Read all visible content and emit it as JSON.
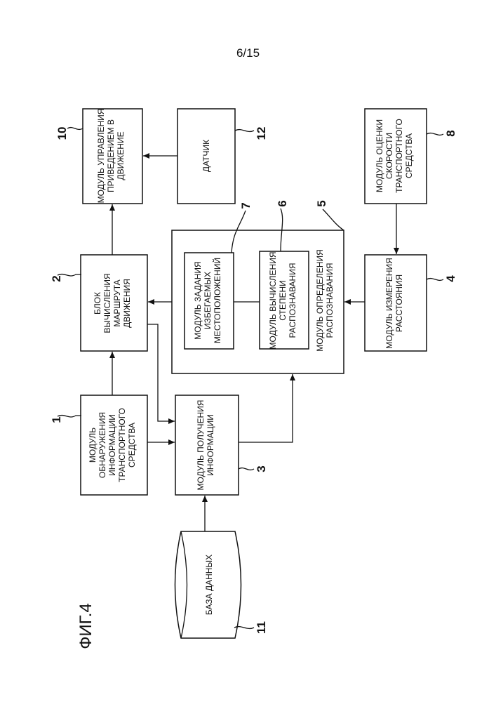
{
  "page_number": "6/15",
  "figure_label": "ФИГ.4",
  "blocks": {
    "b1": {
      "ref": "1",
      "lines": [
        "МОДУЛЬ",
        "ОБНАРУЖЕНИЯ",
        "ИНФОРМАЦИИ",
        "ТРАНСПОРТНОГО",
        "СРЕДСТВА"
      ]
    },
    "b2": {
      "ref": "2",
      "lines": [
        "БЛОК",
        "ВЫЧИСЛЕНИЯ",
        "МАРШРУТА",
        "ДВИЖЕНИЯ"
      ]
    },
    "b3": {
      "ref": "3",
      "lines": [
        "МОДУЛЬ ПОЛУЧЕНИЯ",
        "ИНФОРМАЦИИ"
      ]
    },
    "b4": {
      "ref": "4",
      "lines": [
        "МОДУЛЬ ИЗМЕРЕНИЯ",
        "РАССТОЯНИЯ"
      ]
    },
    "b5": {
      "ref": "5",
      "lines": [
        "МОДУЛЬ ОПРЕДЕЛЕНИЯ",
        "РАСПОЗНАВАНИЯ"
      ]
    },
    "b6": {
      "ref": "6",
      "lines": [
        "МОДУЛЬ ВЫЧИСЛЕНИЯ",
        "СТЕПЕНИ",
        "РАСПОЗНАВАНИЯ"
      ]
    },
    "b7": {
      "ref": "7",
      "lines": [
        "МОДУЛЬ ЗАДАНИЯ",
        "ИЗБЕГАЕМЫХ",
        "МЕСТОПОЛОЖЕНИЙ"
      ]
    },
    "b8": {
      "ref": "8",
      "lines": [
        "МОДУЛЬ ОЦЕНКИ",
        "СКОРОСТИ",
        "ТРАНСПОРТНОГО",
        "СРЕДСТВА"
      ]
    },
    "b10": {
      "ref": "10",
      "lines": [
        "МОДУЛЬ УПРАВЛЕНИЯ",
        "ПРИВЕДЕНИЕМ В",
        "ДВИЖЕНИЕ"
      ]
    },
    "b11": {
      "ref": "11",
      "lines": [
        "БАЗА ДАННЫХ"
      ]
    },
    "b12": {
      "ref": "12",
      "lines": [
        "ДАТЧИК"
      ]
    }
  }
}
